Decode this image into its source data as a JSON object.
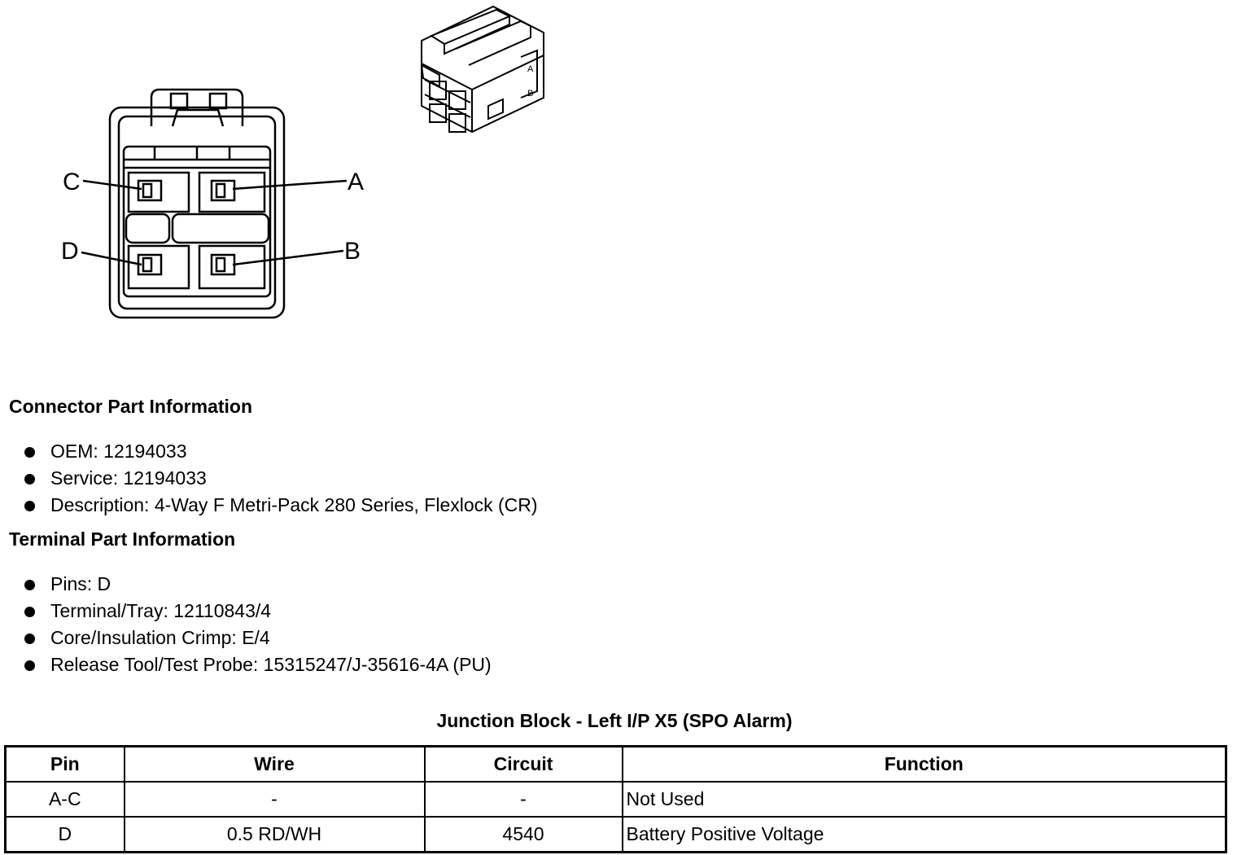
{
  "diagram": {
    "pin_labels": [
      "C",
      "A",
      "D",
      "B"
    ],
    "isometric_labels": [
      "A",
      "B"
    ]
  },
  "connector_part": {
    "heading": "Connector Part Information",
    "items": [
      "OEM: 12194033",
      "Service: 12194033",
      "Description: 4-Way F Metri-Pack 280 Series, Flexlock (CR)"
    ]
  },
  "terminal_part": {
    "heading": "Terminal Part Information",
    "items": [
      "Pins: D",
      "Terminal/Tray: 12110843/4",
      "Core/Insulation Crimp: E/4",
      "Release Tool/Test Probe: 15315247/J-35616-4A (PU)"
    ]
  },
  "pin_table": {
    "title": "Junction Block - Left I/P X5 (SPO Alarm)",
    "headers": [
      "Pin",
      "Wire",
      "Circuit",
      "Function"
    ],
    "rows": [
      [
        "A-C",
        "-",
        "-",
        "Not Used"
      ],
      [
        "D",
        "0.5 RD/WH",
        "4540",
        "Battery Positive Voltage"
      ]
    ]
  }
}
